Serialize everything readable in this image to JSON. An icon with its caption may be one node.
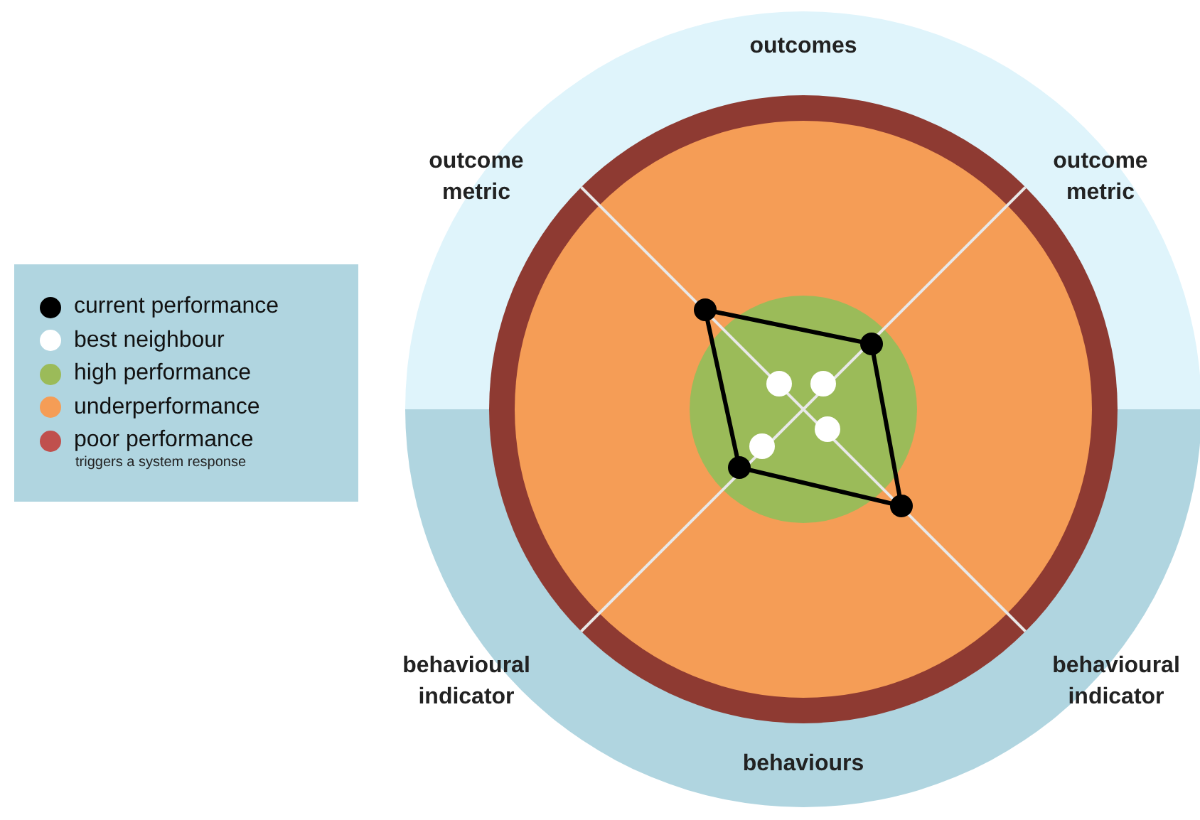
{
  "diagram": {
    "labels": [
      "outcomes",
      "outcome metric",
      "outcome metric",
      "triggers a system response",
      "behavioural indicator",
      "behavioural indicator",
      "behaviours"
    ],
    "legend": [
      {
        "text": "current performance",
        "color": "#000000"
      },
      {
        "text": "best neighbour",
        "color": "#ffffff"
      },
      {
        "text": "high performance",
        "color": "#9bbb59"
      },
      {
        "text": "underperformance",
        "color": "#f59d56"
      },
      {
        "text": "poor performance",
        "color": "#c0504d"
      }
    ]
  }
}
